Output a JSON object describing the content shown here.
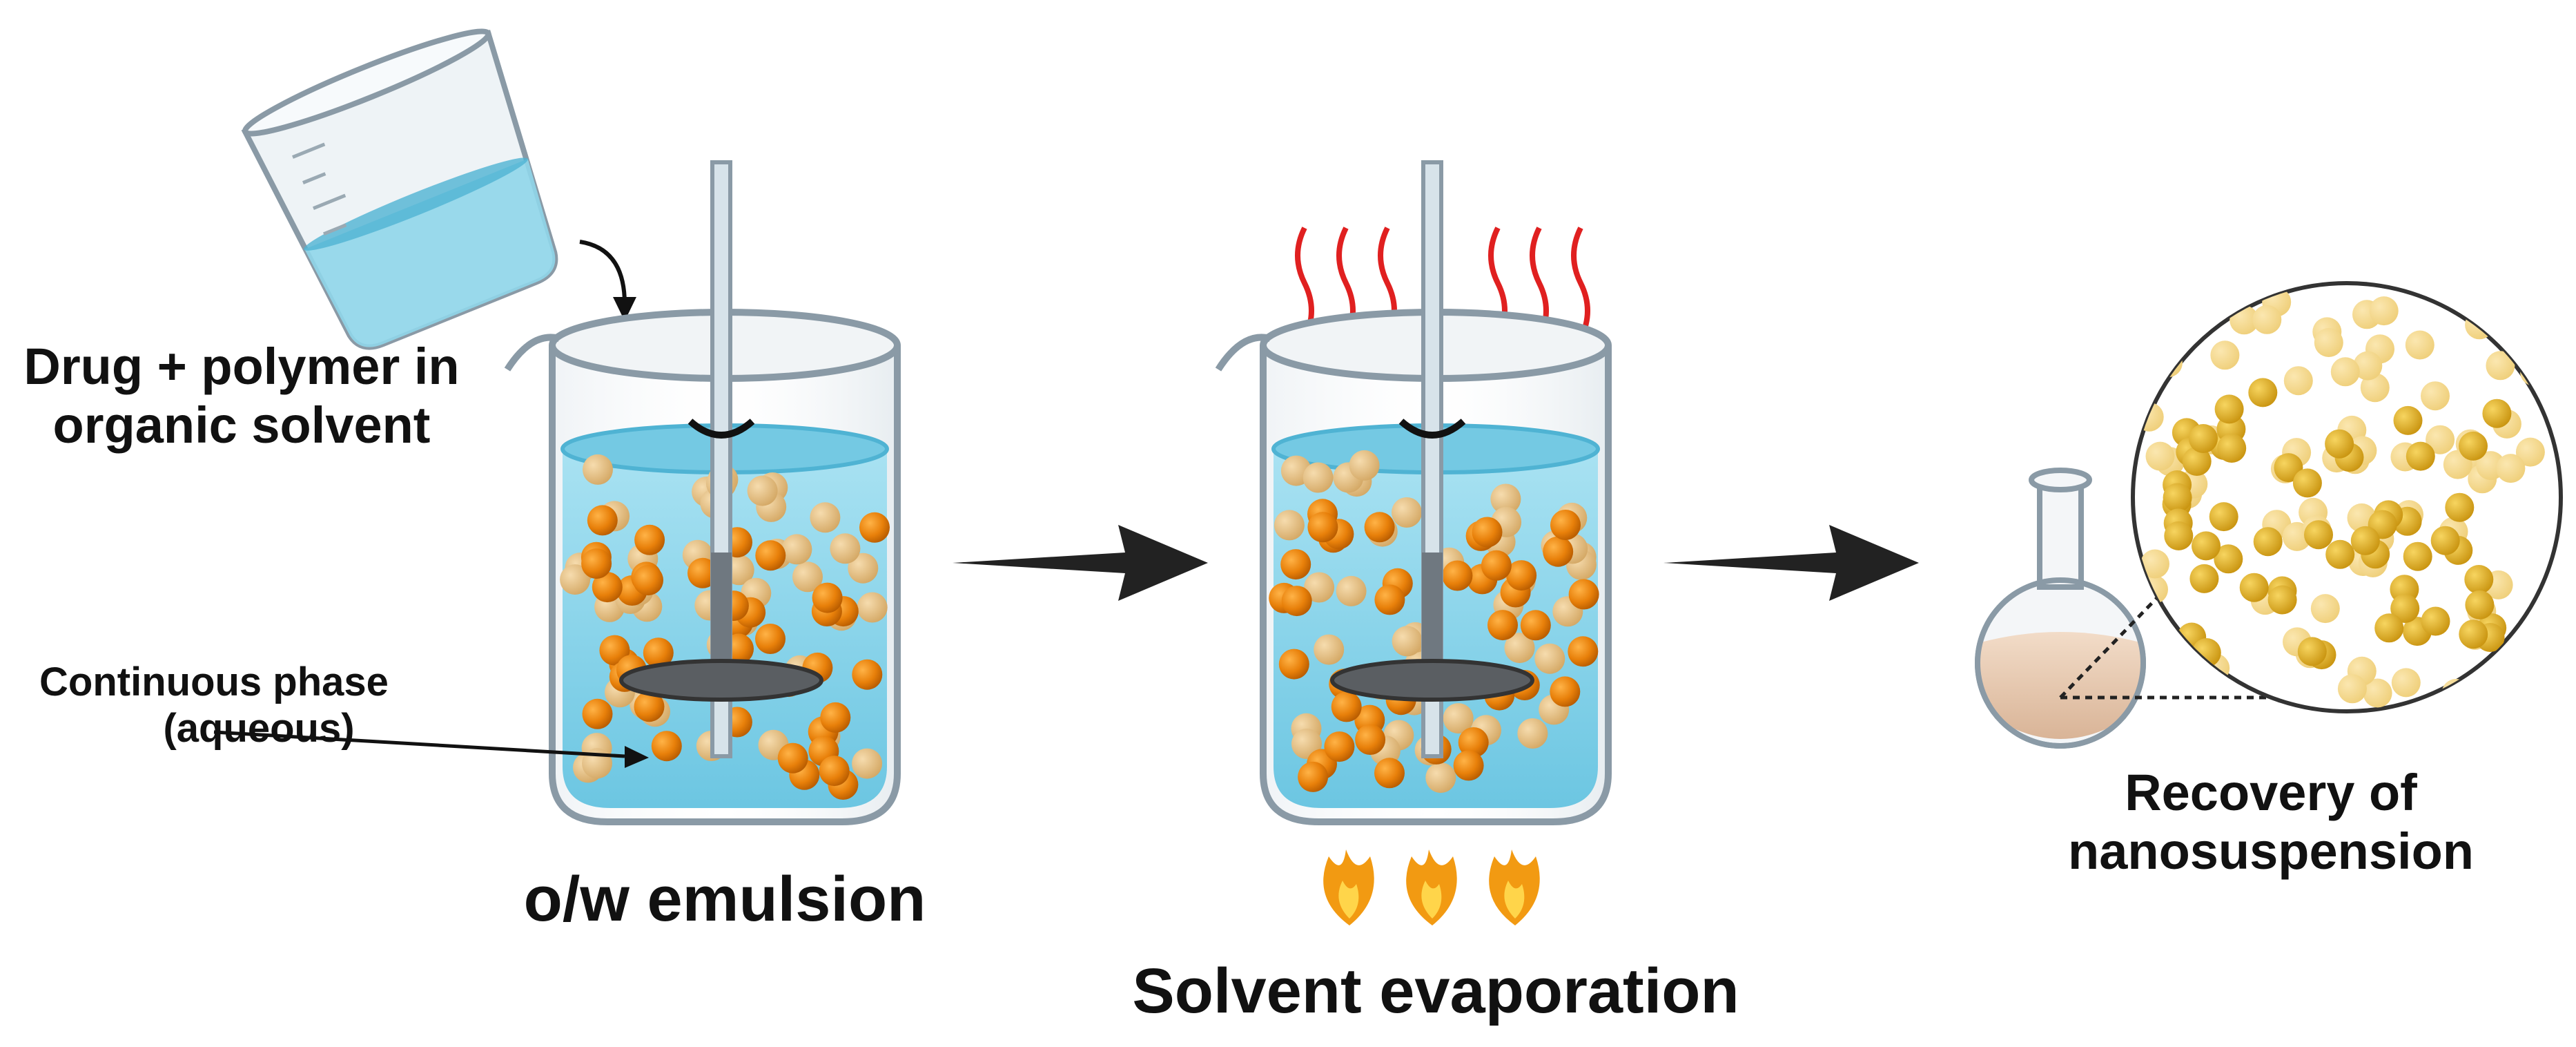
{
  "labels": {
    "drug_polymer_line1": "Drug + polymer in",
    "drug_polymer_line2": "organic solvent",
    "continuous_phase_line1": "Continuous phase",
    "continuous_phase_line2": "(aqueous)",
    "ow_emulsion": "o/w emulsion",
    "solvent_evaporation": "Solvent evaporation",
    "recovery_line1": "Recovery of",
    "recovery_line2": "nanosuspension"
  },
  "colors": {
    "water": "#8fd6ea",
    "water_dark": "#4fb3d3",
    "glass_stroke": "#8a9aa6",
    "droplet_orange": "#e8800a",
    "droplet_tan": "#e3bb7e",
    "nanoparticle_gold": "#e6b52a",
    "nanoparticle_light": "#f5d88a",
    "heat_waves": "#e02020",
    "flame": "#f29a12",
    "arrow": "#222222",
    "flask_liquid": "#e9cdb4"
  },
  "icons": [
    "pouring-beaker-icon",
    "stirrer-icon",
    "heat-wave-icon",
    "flame-icon",
    "round-bottom-flask-icon",
    "magnifier-circle-icon",
    "process-arrow-icon"
  ]
}
